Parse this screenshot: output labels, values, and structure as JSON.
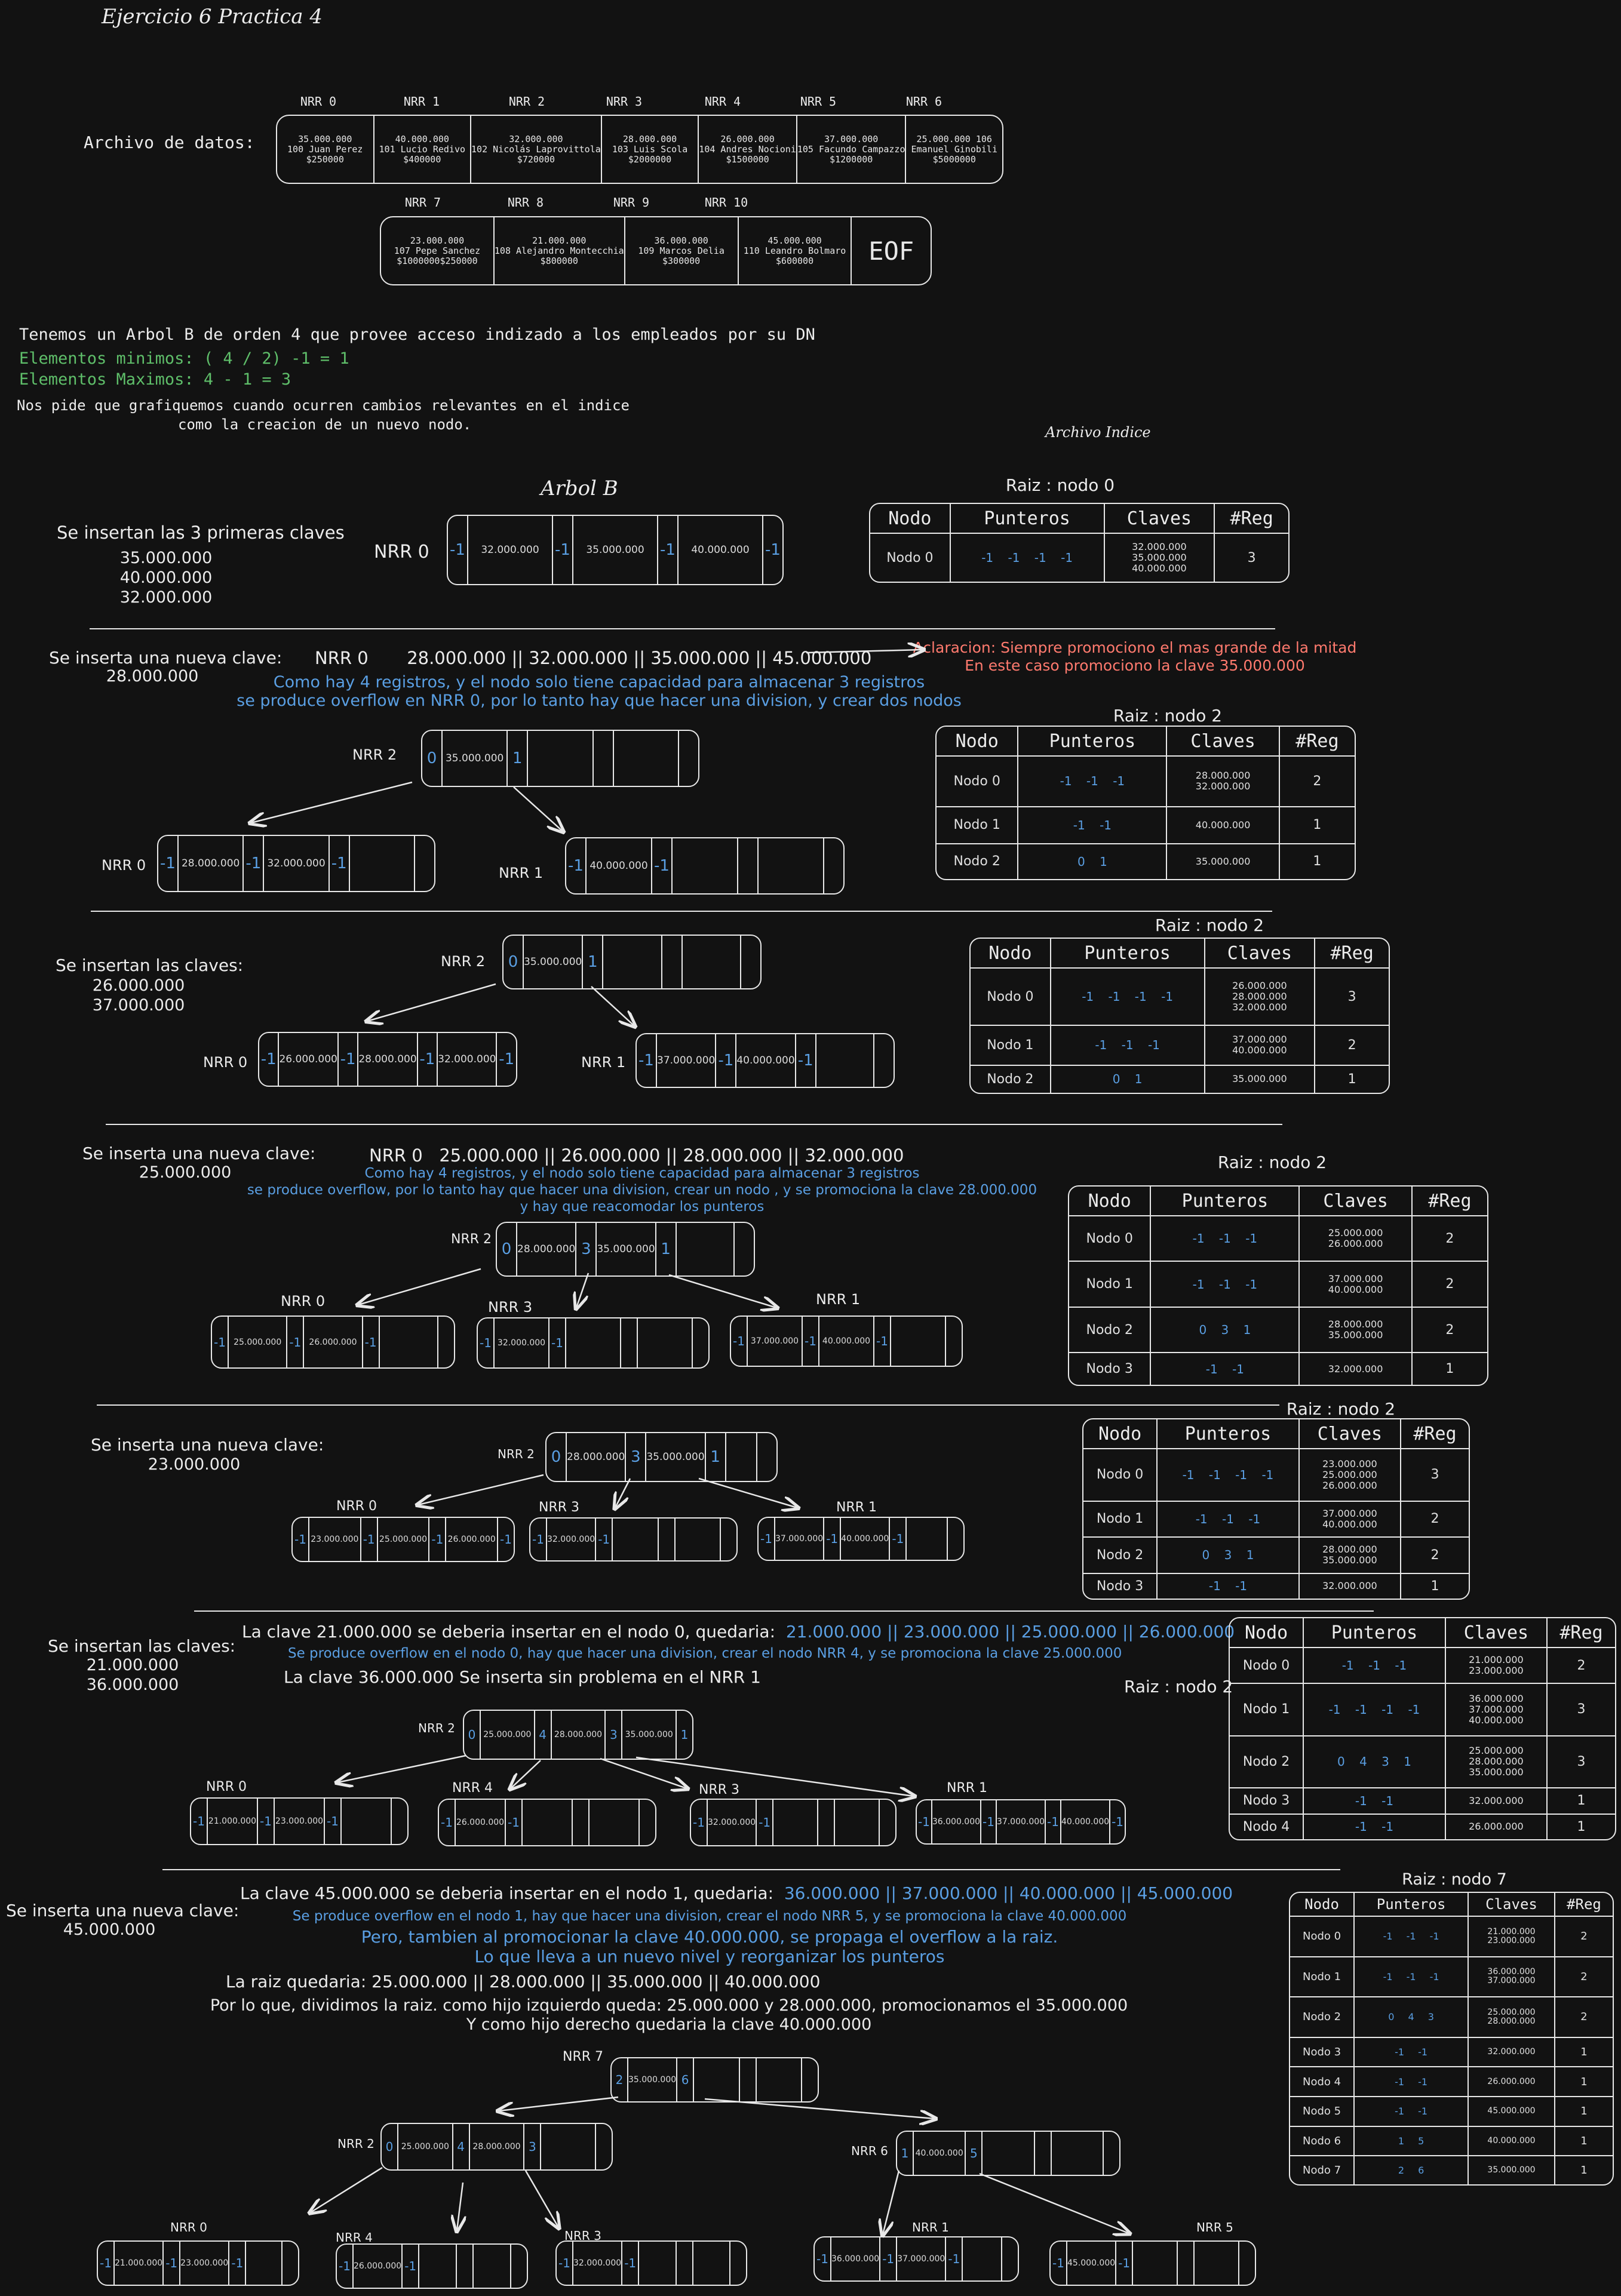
{
  "title": "Ejercicio 6 Practica 4",
  "data_file": {
    "label": "Archivo de datos:",
    "row1": [
      {
        "nrr": "NRR 0",
        "text": "35.000.000\n100 Juan Perez\n$250000"
      },
      {
        "nrr": "NRR 1",
        "text": "40.000.000\n101 Lucio Redivo\n$400000"
      },
      {
        "nrr": "NRR 2",
        "text": "32.000.000\n102 Nicolás Laprovittola\n$720000"
      },
      {
        "nrr": "NRR 3",
        "text": "28.000.000\n103 Luis Scola\n$2000000"
      },
      {
        "nrr": "NRR 4",
        "text": "26.000.000\n104 Andres Nocioni\n$1500000"
      },
      {
        "nrr": "NRR 5",
        "text": "37.000.000\n105 Facundo Campazzo\n$1200000"
      },
      {
        "nrr": "NRR 6",
        "text": "25.000.000 106\nEmanuel Ginobili\n$5000000"
      }
    ],
    "row2": [
      {
        "nrr": "NRR 7",
        "text": "23.000.000\n107 Pepe Sanchez\n$1000000$250000"
      },
      {
        "nrr": "NRR 8",
        "text": "21.000.000\n108 Alejandro Montecchia\n$800000"
      },
      {
        "nrr": "NRR 9",
        "text": "36.000.000\n109 Marcos Delia\n$300000"
      },
      {
        "nrr": "NRR 10",
        "text": "45.000.000\n110 Leandro Bolmaro\n$600000"
      }
    ],
    "eof": "EOF"
  },
  "intro": {
    "line1": "Tenemos un Arbol B de orden 4 que provee acceso indizado a los empleados por su DN",
    "min": "Elementos minimos: ( 4 / 2) -1 = 1",
    "max": "Elementos Maximos: 4 - 1 = 3",
    "line2": "Nos pide que grafiquemos cuando ocurren cambios relevantes en el indice",
    "line3": "como la creacion de un nuevo nodo.",
    "indice_title": "Archivo Indice",
    "arbol_title": "Arbol B"
  },
  "table_headers": [
    "Nodo",
    "Punteros",
    "Claves",
    "#Reg"
  ],
  "steps": {
    "s1": {
      "text": "Se insertan las 3 primeras claves",
      "keys": [
        "35.000.000",
        "40.000.000",
        "32.000.000"
      ],
      "root": "Raiz : nodo 0",
      "rows": [
        [
          "Nodo 0",
          "-1 -1 -1 -1",
          "32.000.000\n35.000.000\n40.000.000",
          "3"
        ]
      ]
    },
    "s2": {
      "text": "Se inserta una nueva clave:",
      "key": "28.000.000",
      "seq": "NRR 0       28.000.000 || 32.000.000 || 35.000.000 || 45.000.000",
      "note1": "Aclaracion: Siempre promociono el mas grande de la mitad",
      "note2": "En este caso promociono la clave 35.000.000",
      "blue1": "Como hay 4 registros, y el nodo solo tiene capacidad para almacenar 3 registros",
      "blue2": "se produce overflow en NRR 0, por lo tanto hay que hacer una division, y crear dos nodos",
      "root": "Raiz : nodo 2",
      "rows": [
        [
          "Nodo 0",
          "-1 -1 -1",
          "28.000.000\n32.000.000",
          "2"
        ],
        [
          "Nodo 1",
          "-1 -1",
          "40.000.000",
          "1"
        ],
        [
          "Nodo 2",
          "0 1",
          "35.000.000",
          "1"
        ]
      ]
    },
    "s3": {
      "text": "Se insertan las claves:",
      "keys": [
        "26.000.000",
        "37.000.000"
      ],
      "root": "Raiz : nodo 2",
      "rows": [
        [
          "Nodo 0",
          "-1 -1 -1 -1",
          "26.000.000\n28.000.000\n32.000.000",
          "3"
        ],
        [
          "Nodo 1",
          "-1 -1 -1",
          "37.000.000\n40.000.000",
          "2"
        ],
        [
          "Nodo 2",
          "0 1",
          "35.000.000",
          "1"
        ]
      ]
    },
    "s4": {
      "text": "Se inserta una nueva clave:",
      "key": "25.000.000",
      "seq": "NRR 0   25.000.000 || 26.000.000 || 28.000.000 || 32.000.000",
      "blue1": "Como hay 4 registros, y el nodo solo tiene capacidad para almacenar 3 registros",
      "blue2": "se produce overflow, por lo tanto hay que hacer una division, crear un nodo , y se promociona la clave 28.000.000",
      "blue3": "y hay que reacomodar los punteros",
      "root": "Raiz : nodo 2",
      "rows": [
        [
          "Nodo 0",
          "-1 -1 -1",
          "25.000.000\n26.000.000",
          "2"
        ],
        [
          "Nodo 1",
          "-1 -1 -1",
          "37.000.000\n40.000.000",
          "2"
        ],
        [
          "Nodo 2",
          "0 3 1",
          "28.000.000\n35.000.000",
          "2"
        ],
        [
          "Nodo 3",
          "-1 -1",
          "32.000.000",
          "1"
        ]
      ]
    },
    "s5": {
      "text": "Se inserta una nueva clave:",
      "key": "23.000.000",
      "root": "Raiz : nodo 2",
      "rows": [
        [
          "Nodo 0",
          "-1 -1 -1 -1",
          "23.000.000\n25.000.000\n26.000.000",
          "3"
        ],
        [
          "Nodo 1",
          "-1 -1 -1",
          "37.000.000\n40.000.000",
          "2"
        ],
        [
          "Nodo 2",
          "0 3 1",
          "28.000.000\n35.000.000",
          "2"
        ],
        [
          "Nodo 3",
          "-1 -1",
          "32.000.000",
          "1"
        ]
      ]
    },
    "s6": {
      "text": "Se insertan las claves:",
      "keys": [
        "21.000.000",
        "36.000.000"
      ],
      "line1": "La clave 21.000.000 se deberia insertar en el nodo 0, quedaria:",
      "line1_blue": "21.000.000 || 23.000.000 || 25.000.000 || 26.000.000",
      "blue": "Se produce overflow en el nodo 0, hay que hacer una division, crear el nodo NRR 4, y se promociona la clave 25.000.000",
      "line2": "La clave 36.000.000 Se inserta sin problema en el NRR 1",
      "root": "Raiz : nodo 2",
      "rows": [
        [
          "Nodo 0",
          "-1 -1 -1",
          "21.000.000\n23.000.000",
          "2"
        ],
        [
          "Nodo 1",
          "-1 -1 -1 -1",
          "36.000.000\n37.000.000\n40.000.000",
          "3"
        ],
        [
          "Nodo 2",
          "0 4 3 1",
          "25.000.000\n28.000.000\n35.000.000",
          "3"
        ],
        [
          "Nodo 3",
          "-1 -1",
          "32.000.000",
          "1"
        ],
        [
          "Nodo 4",
          "-1 -1",
          "26.000.000",
          "1"
        ]
      ]
    },
    "s7": {
      "text": "Se inserta una nueva clave:",
      "key": "45.000.000",
      "line1": "La clave 45.000.000 se deberia insertar en el nodo 1, quedaria:",
      "line1_blue": "36.000.000 || 37.000.000 || 40.000.000 || 45.000.000",
      "blue1": "Se produce overflow en el nodo 1, hay que hacer una division, crear el nodo NRR 5, y se promociona la clave 40.000.000",
      "blue2": "Pero, tambien al promocionar la clave 40.000.000, se propaga el overflow a la raiz.",
      "blue3": "Lo que lleva a un nuevo nivel y reorganizar los punteros",
      "line2": "La raiz quedaria: 25.000.000 || 28.000.000 || 35.000.000 || 40.000.000",
      "line3": "Por lo que, dividimos la raiz. como hijo izquierdo queda: 25.000.000 y 28.000.000, promocionamos el 35.000.000",
      "line4": "Y como hijo derecho quedaria la clave 40.000.000",
      "root": "Raiz : nodo 7",
      "rows": [
        [
          "Nodo 0",
          "-1 -1 -1",
          "21.000.000\n23.000.000",
          "2"
        ],
        [
          "Nodo 1",
          "-1 -1 -1",
          "36.000.000\n37.000.000",
          "2"
        ],
        [
          "Nodo 2",
          "0 4 3",
          "25.000.000\n28.000.000",
          "2"
        ],
        [
          "Nodo 3",
          "-1 -1",
          "32.000.000",
          "1"
        ],
        [
          "Nodo 4",
          "-1 -1",
          "26.000.000",
          "1"
        ],
        [
          "Nodo 5",
          "-1 -1",
          "45.000.000",
          "1"
        ],
        [
          "Nodo 6",
          "1 5",
          "40.000.000",
          "1"
        ],
        [
          "Nodo 7",
          "2 6",
          "35.000.000",
          "1"
        ]
      ]
    }
  },
  "nrr": {
    "n0": "NRR 0",
    "n1": "NRR 1",
    "n2": "NRR 2",
    "n3": "NRR 3",
    "n4": "NRR 4",
    "n5": "NRR 5",
    "n6": "NRR 6",
    "n7": "NRR 7"
  },
  "tree": {
    "s1_n0": [
      "-1",
      "32.000.000",
      "-1",
      "35.000.000",
      "-1",
      "40.000.000",
      "-1"
    ],
    "s2_n2": [
      "0",
      "35.000.000",
      "1",
      "",
      "",
      "",
      ""
    ],
    "s2_n0": [
      "-1",
      "28.000.000",
      "-1",
      "32.000.000",
      "-1",
      "",
      ""
    ],
    "s2_n1": [
      "-1",
      "40.000.000",
      "-1",
      "",
      "",
      "",
      ""
    ],
    "s3_n2": [
      "0",
      "35.000.000",
      "1",
      "",
      "",
      "",
      ""
    ],
    "s3_n0": [
      "-1",
      "26.000.000",
      "-1",
      "28.000.000",
      "-1",
      "32.000.000",
      "-1"
    ],
    "s3_n1": [
      "-1",
      "37.000.000",
      "-1",
      "40.000.000",
      "-1",
      "",
      ""
    ],
    "s4_n2": [
      "0",
      "28.000.000",
      "3",
      "35.000.000",
      "1",
      "",
      ""
    ],
    "s4_n0": [
      "-1",
      "25.000.000",
      "-1",
      "26.000.000",
      "-1",
      "",
      ""
    ],
    "s4_n3": [
      "-1",
      "32.000.000",
      "-1",
      "",
      "",
      "",
      ""
    ],
    "s4_n1": [
      "-1",
      "37.000.000",
      "-1",
      "40.000.000",
      "-1",
      "",
      ""
    ],
    "s5_n2": [
      "0",
      "28.000.000",
      "3",
      "35.000.000",
      "1",
      "",
      ""
    ],
    "s5_n0": [
      "-1",
      "23.000.000",
      "-1",
      "25.000.000",
      "-1",
      "26.000.000",
      "-1"
    ],
    "s5_n3": [
      "-1",
      "32.000.000",
      "-1",
      "",
      "",
      "",
      ""
    ],
    "s5_n1": [
      "-1",
      "37.000.000",
      "-1",
      "40.000.000",
      "-1",
      "",
      ""
    ],
    "s6_n2": [
      "0",
      "25.000.000",
      "4",
      "28.000.000",
      "3",
      "35.000.000",
      "1"
    ],
    "s6_n0": [
      "-1",
      "21.000.000",
      "-1",
      "23.000.000",
      "-1",
      "",
      ""
    ],
    "s6_n4": [
      "-1",
      "26.000.000",
      "-1",
      "",
      "",
      "",
      ""
    ],
    "s6_n3": [
      "-1",
      "32.000.000",
      "-1",
      "",
      "",
      "",
      ""
    ],
    "s6_n1": [
      "-1",
      "36.000.000",
      "-1",
      "37.000.000",
      "-1",
      "40.000.000",
      "-1"
    ],
    "s7_n7": [
      "2",
      "35.000.000",
      "6",
      "",
      "",
      "",
      ""
    ],
    "s7_n2": [
      "0",
      "25.000.000",
      "4",
      "28.000.000",
      "3",
      "",
      ""
    ],
    "s7_n6": [
      "1",
      "40.000.000",
      "5",
      "",
      "",
      "",
      ""
    ],
    "s7_n0": [
      "-1",
      "21.000.000",
      "-1",
      "23.000.000",
      "-1",
      "",
      ""
    ],
    "s7_n4": [
      "-1",
      "26.000.000",
      "-1",
      "",
      "",
      "",
      ""
    ],
    "s7_n3": [
      "-1",
      "32.000.000",
      "-1",
      "",
      "",
      "",
      ""
    ],
    "s7_n1": [
      "-1",
      "36.000.000",
      "-1",
      "37.000.000",
      "-1",
      "",
      ""
    ],
    "s7_n5": [
      "-1",
      "45.000.000",
      "-1",
      "",
      "",
      "",
      ""
    ]
  }
}
